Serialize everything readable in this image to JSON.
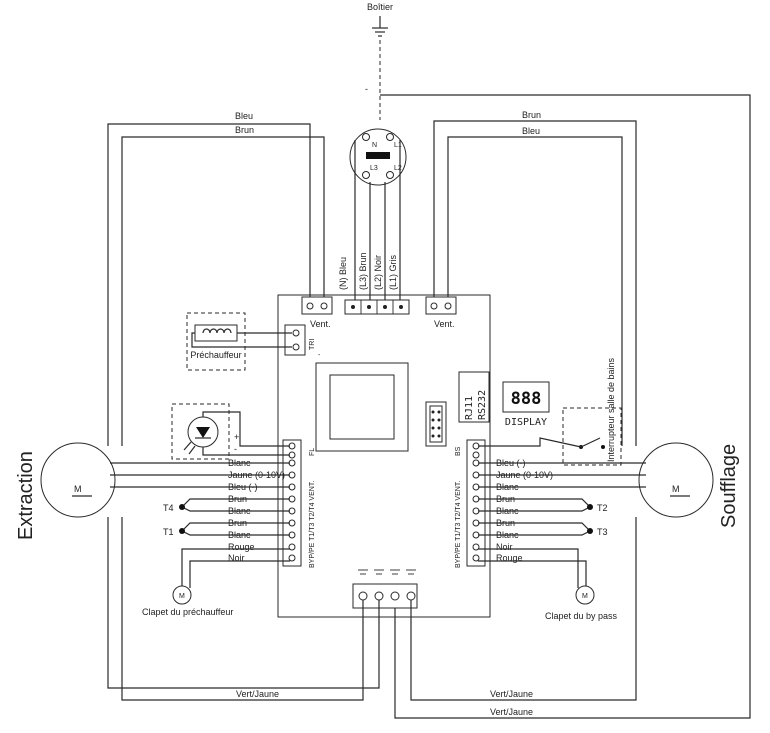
{
  "labels": {
    "boitier": "Boîtier",
    "ground_minus": "-",
    "extraction": "Extraction",
    "soufflage": "Soufflage",
    "vent_left": "Vent.",
    "vent_right": "Vent.",
    "prechauffeur": "Préchauffeur",
    "interrupteur": "Interrupteur salle de bains",
    "rj11": "RJ11",
    "rs232": "RS232",
    "display_digits": "888",
    "display": "DISPLAY",
    "clapet_pre": "Clapet du préchauffeur",
    "clapet_by": "Clapet du by pass",
    "t1": "T1",
    "t2": "T2",
    "t3": "T3",
    "t4": "T4",
    "tri": "TRI",
    "tr_minus": "-",
    "fl": "FL",
    "bs": "BS",
    "plus": "+",
    "minus": "-",
    "left_conn": "BYP/PE T1/T3 T2/T4 VENT.",
    "right_conn": "BYP/PE T1/T3 T2/T4 VENT."
  },
  "connector": {
    "n": "N",
    "l1": "L1",
    "l3": "L3",
    "l2": "L2"
  },
  "supply": [
    {
      "term": "(N)",
      "color": "Bleu"
    },
    {
      "term": "(L3)",
      "color": "Brun"
    },
    {
      "term": "(L2)",
      "color": "Noir"
    },
    {
      "term": "(L1)",
      "color": "Gris"
    }
  ],
  "wires_top_left": [
    "Bleu",
    "Brun"
  ],
  "wires_top_right": [
    "Brun",
    "Bleu"
  ],
  "wires_left": [
    "Blanc",
    "Jaune (0-10V)",
    "Bleu (-)",
    "Brun",
    "Blanc",
    "Brun",
    "Blanc",
    "Rouge",
    "Noir"
  ],
  "wires_right": [
    "Bleu (-)",
    "Jaune (0-10V)",
    "Blanc",
    "Brun",
    "Blanc",
    "Brun",
    "Blanc",
    "Noir",
    "Rouge"
  ],
  "ground_wires": [
    "Vert/Jaune",
    "Vert/Jaune",
    "Vert/Jaune"
  ]
}
